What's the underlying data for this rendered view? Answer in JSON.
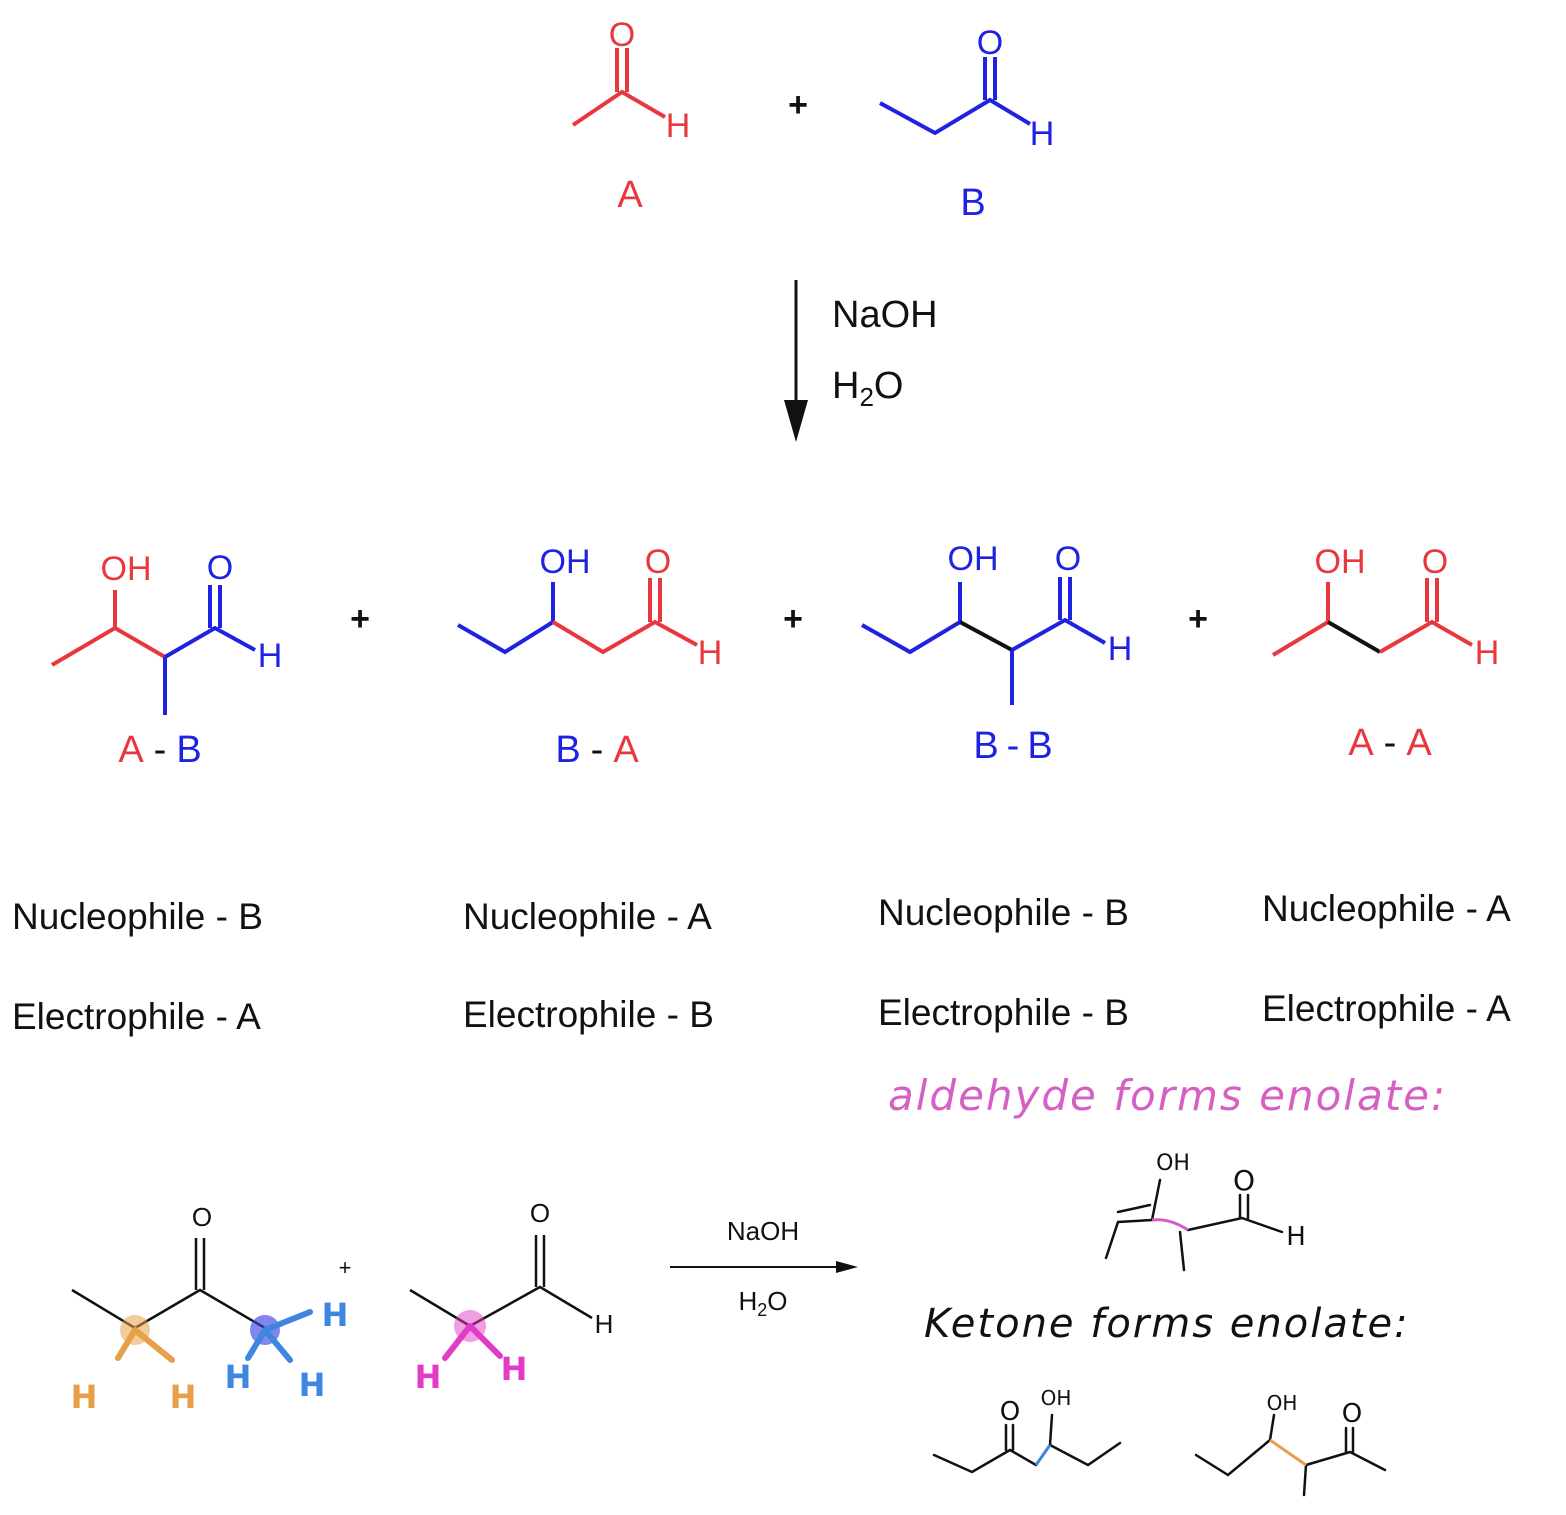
{
  "colors": {
    "red": "#e8383d",
    "blue": "#1f22e0",
    "black": "#111111",
    "pink": "#d65fc4",
    "orange": "#e8a048",
    "light_blue": "#3f86e0",
    "bright_pink": "#e23cc6"
  },
  "reactants": {
    "a_label": "A",
    "b_label": "B",
    "plus": "+",
    "atom_o": "O",
    "atom_h": "H"
  },
  "conditions": {
    "reagent_1": "NaOH",
    "reagent_2_main": "H",
    "reagent_2_sub": "2",
    "reagent_2_end": "O"
  },
  "products": [
    {
      "left": "A",
      "sep": "-",
      "right": "B",
      "nucleophile": "Nucleophile - B",
      "electrophile": "Electrophile - A"
    },
    {
      "left": "B",
      "sep": "-",
      "right": "A",
      "nucleophile": "Nucleophile - A",
      "electrophile": "Electrophile - B"
    },
    {
      "left": "B",
      "sep": "-",
      "right": "B",
      "nucleophile": "Nucleophile - B",
      "electrophile": "Electrophile - B"
    },
    {
      "left": "A",
      "sep": "-",
      "right": "A",
      "nucleophile": "Nucleophile - A",
      "electrophile": "Electrophile - A"
    }
  ],
  "product_atoms": {
    "oh": "OH",
    "o": "O",
    "h": "H",
    "plus": "+"
  },
  "crossed": {
    "atom_o": "O",
    "atom_h": "H",
    "plus": "+",
    "reagent_1": "NaOH",
    "reagent_2_main": "H",
    "reagent_2_sub": "2",
    "reagent_2_end": "O"
  },
  "notes": {
    "aldehyde_enolate": "aldehyde  forms  enolate:",
    "ketone_enolate": "Ketone  forms  enolate:",
    "oh": "OH",
    "o": "O",
    "h": "H",
    "hand_h": "H"
  }
}
